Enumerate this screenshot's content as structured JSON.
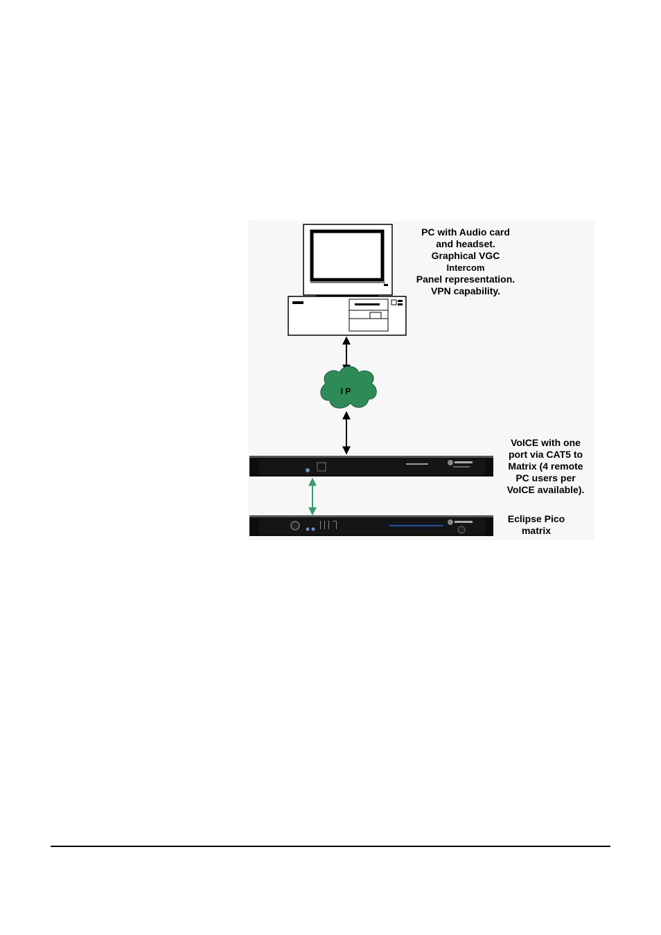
{
  "diagram": {
    "pc_label_lines": [
      "PC with Audio card",
      "and headset.",
      "Graphical VGC",
      "Intercom",
      "Panel representation.",
      "VPN capability."
    ],
    "cloud_label": "I P",
    "voice_label_lines": [
      "VoICE with one",
      "port via CAT5 to",
      "Matrix (4 remote",
      "PC users per",
      "VoICE available)."
    ],
    "pico_label_lines": [
      "Eclipse Pico",
      "matrix"
    ],
    "colors": {
      "cloud_fill": "#2e8b57",
      "link_arrow": "#000000",
      "cat5_arrow": "#3a9a6e",
      "rack_unit": "#0d0d0d"
    }
  }
}
